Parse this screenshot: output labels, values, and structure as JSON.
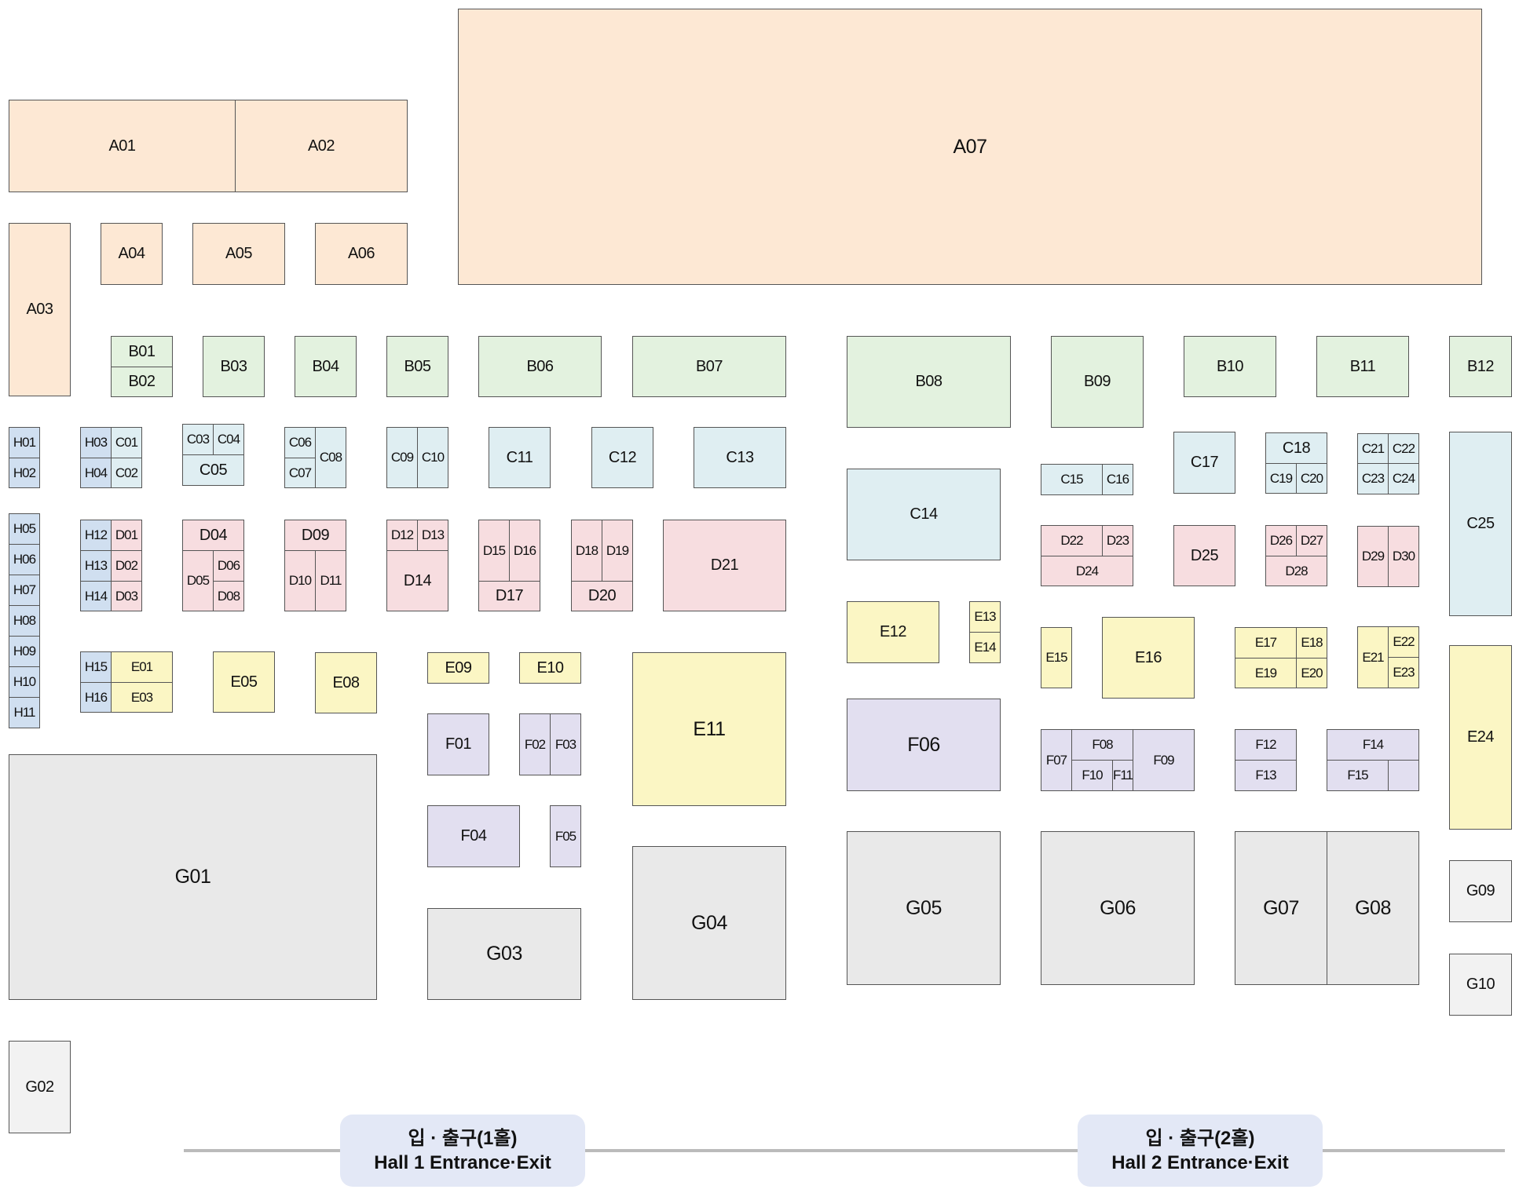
{
  "colors": {
    "A": "#fde8d4",
    "B": "#e3f2df",
    "C": "#dfeef2",
    "D": "#f7dde0",
    "E": "#fbf6c4",
    "F": "#e2dff0",
    "G": "#e9e9e9",
    "H": "#d0dff0",
    "walkway": "#bbbbbb",
    "entrance_bg": "#e3e8f6"
  },
  "booths": {
    "A01": "A01",
    "A02": "A02",
    "A03": "A03",
    "A04": "A04",
    "A05": "A05",
    "A06": "A06",
    "A07": "A07",
    "B01": "B01",
    "B02": "B02",
    "B03": "B03",
    "B04": "B04",
    "B05": "B05",
    "B06": "B06",
    "B07": "B07",
    "B08": "B08",
    "B09": "B09",
    "B10": "B10",
    "B11": "B11",
    "B12": "B12",
    "C01": "C01",
    "C02": "C02",
    "C03": "C03",
    "C04": "C04",
    "C05": "C05",
    "C06": "C06",
    "C07": "C07",
    "C08": "C08",
    "C09": "C09",
    "C10": "C10",
    "C11": "C11",
    "C12": "C12",
    "C13": "C13",
    "C14": "C14",
    "C15": "C15",
    "C16": "C16",
    "C17": "C17",
    "C18": "C18",
    "C19": "C19",
    "C20": "C20",
    "C21": "C21",
    "C22": "C22",
    "C23": "C23",
    "C24": "C24",
    "C25": "C25",
    "D01": "D01",
    "D02": "D02",
    "D03": "D03",
    "D04": "D04",
    "D05": "D05",
    "D06": "D06",
    "D08": "D08",
    "D09": "D09",
    "D10": "D10",
    "D11": "D11",
    "D12": "D12",
    "D13": "D13",
    "D14": "D14",
    "D15": "D15",
    "D16": "D16",
    "D17": "D17",
    "D18": "D18",
    "D19": "D19",
    "D20": "D20",
    "D21": "D21",
    "D22": "D22",
    "D23": "D23",
    "D24": "D24",
    "D25": "D25",
    "D26": "D26",
    "D27": "D27",
    "D28": "D28",
    "D29": "D29",
    "D30": "D30",
    "E01": "E01",
    "E03": "E03",
    "E05": "E05",
    "E08": "E08",
    "E09": "E09",
    "E10": "E10",
    "E11": "E11",
    "E12": "E12",
    "E13": "E13",
    "E14": "E14",
    "E15": "E15",
    "E16": "E16",
    "E17": "E17",
    "E18": "E18",
    "E19": "E19",
    "E20": "E20",
    "E21": "E21",
    "E22": "E22",
    "E23": "E23",
    "E24": "E24",
    "F01": "F01",
    "F02": "F02",
    "F03": "F03",
    "F04": "F04",
    "F05": "F05",
    "F06": "F06",
    "F07": "F07",
    "F08": "F08",
    "F09": "F09",
    "F10": "F10",
    "F11": "F11",
    "F12": "F12",
    "F13": "F13",
    "F14": "F14",
    "F15": "F15",
    "G01": "G01",
    "G02": "G02",
    "G03": "G03",
    "G04": "G04",
    "G05": "G05",
    "G06": "G06",
    "G07": "G07",
    "G08": "G08",
    "G09": "G09",
    "G10": "G10",
    "H01": "H01",
    "H02": "H02",
    "H03": "H03",
    "H04": "H04",
    "H05": "H05",
    "H06": "H06",
    "H07": "H07",
    "H08": "H08",
    "H09": "H09",
    "H10": "H10",
    "H11": "H11",
    "H12": "H12",
    "H13": "H13",
    "H14": "H14",
    "H15": "H15",
    "H16": "H16"
  },
  "entrances": {
    "hall1": {
      "korean": "입 · 출구(1홀)",
      "english": "Hall 1 Entrance·Exit"
    },
    "hall2": {
      "korean": "입 · 출구(2홀)",
      "english": "Hall 2 Entrance·Exit"
    }
  }
}
